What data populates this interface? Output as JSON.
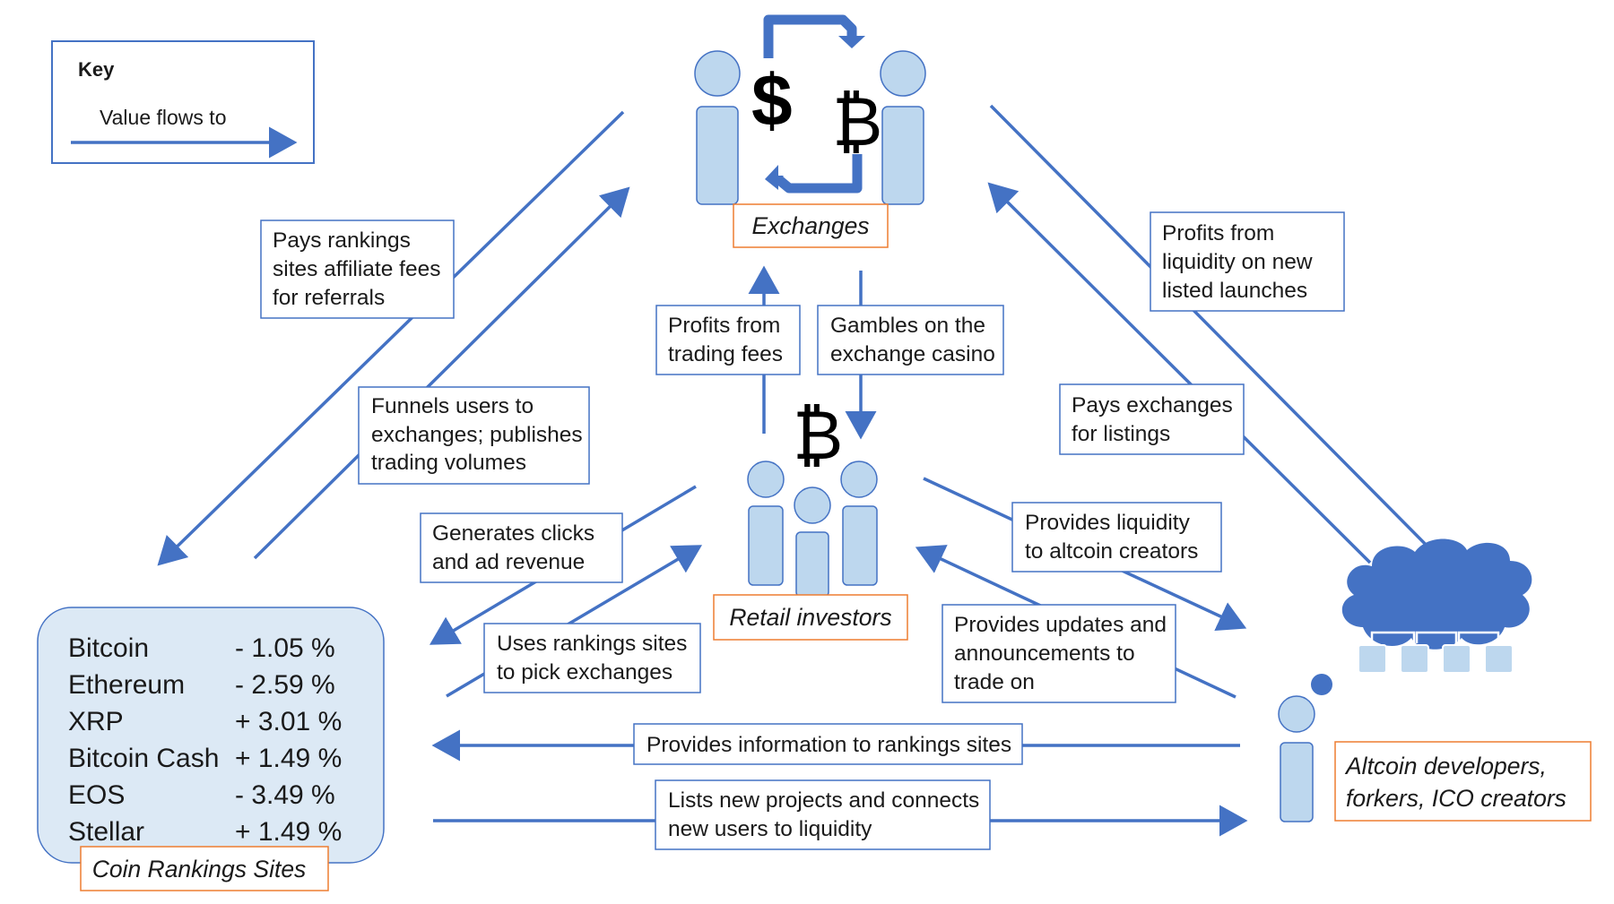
{
  "key": {
    "title": "Key",
    "item": "Value flows to"
  },
  "actors": {
    "exchanges": "Exchanges",
    "retail": "Retail investors",
    "rankings": "Coin Rankings Sites",
    "altcoin": [
      "Altcoin developers,",
      "forkers, ICO creators"
    ]
  },
  "symbols": {
    "dollar": "$",
    "bitcoin": "₿"
  },
  "flows": {
    "pays_rankings": [
      "Pays rankings",
      "sites affiliate fees",
      "for referrals"
    ],
    "funnels": [
      "Funnels users to",
      "exchanges; publishes",
      "trading volumes"
    ],
    "profits_trading": [
      "Profits from",
      "trading fees"
    ],
    "gambles": [
      "Gambles on the",
      "exchange casino"
    ],
    "profits_liquidity": [
      "Profits from",
      "liquidity on new",
      "listed launches"
    ],
    "pays_listings": [
      "Pays exchanges",
      "for listings"
    ],
    "generates_clicks": [
      "Generates clicks",
      "and ad revenue"
    ],
    "uses_rankings": [
      "Uses rankings sites",
      "to pick exchanges"
    ],
    "provides_liquidity": [
      "Provides liquidity",
      "to altcoin creators"
    ],
    "provides_updates": [
      "Provides updates and",
      "announcements to",
      "trade on"
    ],
    "provides_info": [
      "Provides information to rankings sites"
    ],
    "lists_projects": [
      "Lists new projects and connects",
      "new users to liquidity"
    ]
  },
  "coins": [
    {
      "name": "Bitcoin",
      "change": "- 1.05 %",
      "dir": "down"
    },
    {
      "name": "Ethereum",
      "change": "- 2.59 %",
      "dir": "down"
    },
    {
      "name": "XRP",
      "change": "+ 3.01 %",
      "dir": "up"
    },
    {
      "name": "Bitcoin Cash",
      "change": "+ 1.49 %",
      "dir": "up"
    },
    {
      "name": "EOS",
      "change": "- 3.49 %",
      "dir": "down"
    },
    {
      "name": "Stellar",
      "change": "+ 1.49 %",
      "dir": "up"
    }
  ],
  "colors": {
    "arrow": "#4472c4",
    "box_border": "#4472c4",
    "actor_border": "#ed7d31",
    "person_fill": "#bdd7ee",
    "person_stroke": "#4472c4",
    "up": "#00b050",
    "down": "#ff0000",
    "panel_fill": "#dce9f5"
  }
}
